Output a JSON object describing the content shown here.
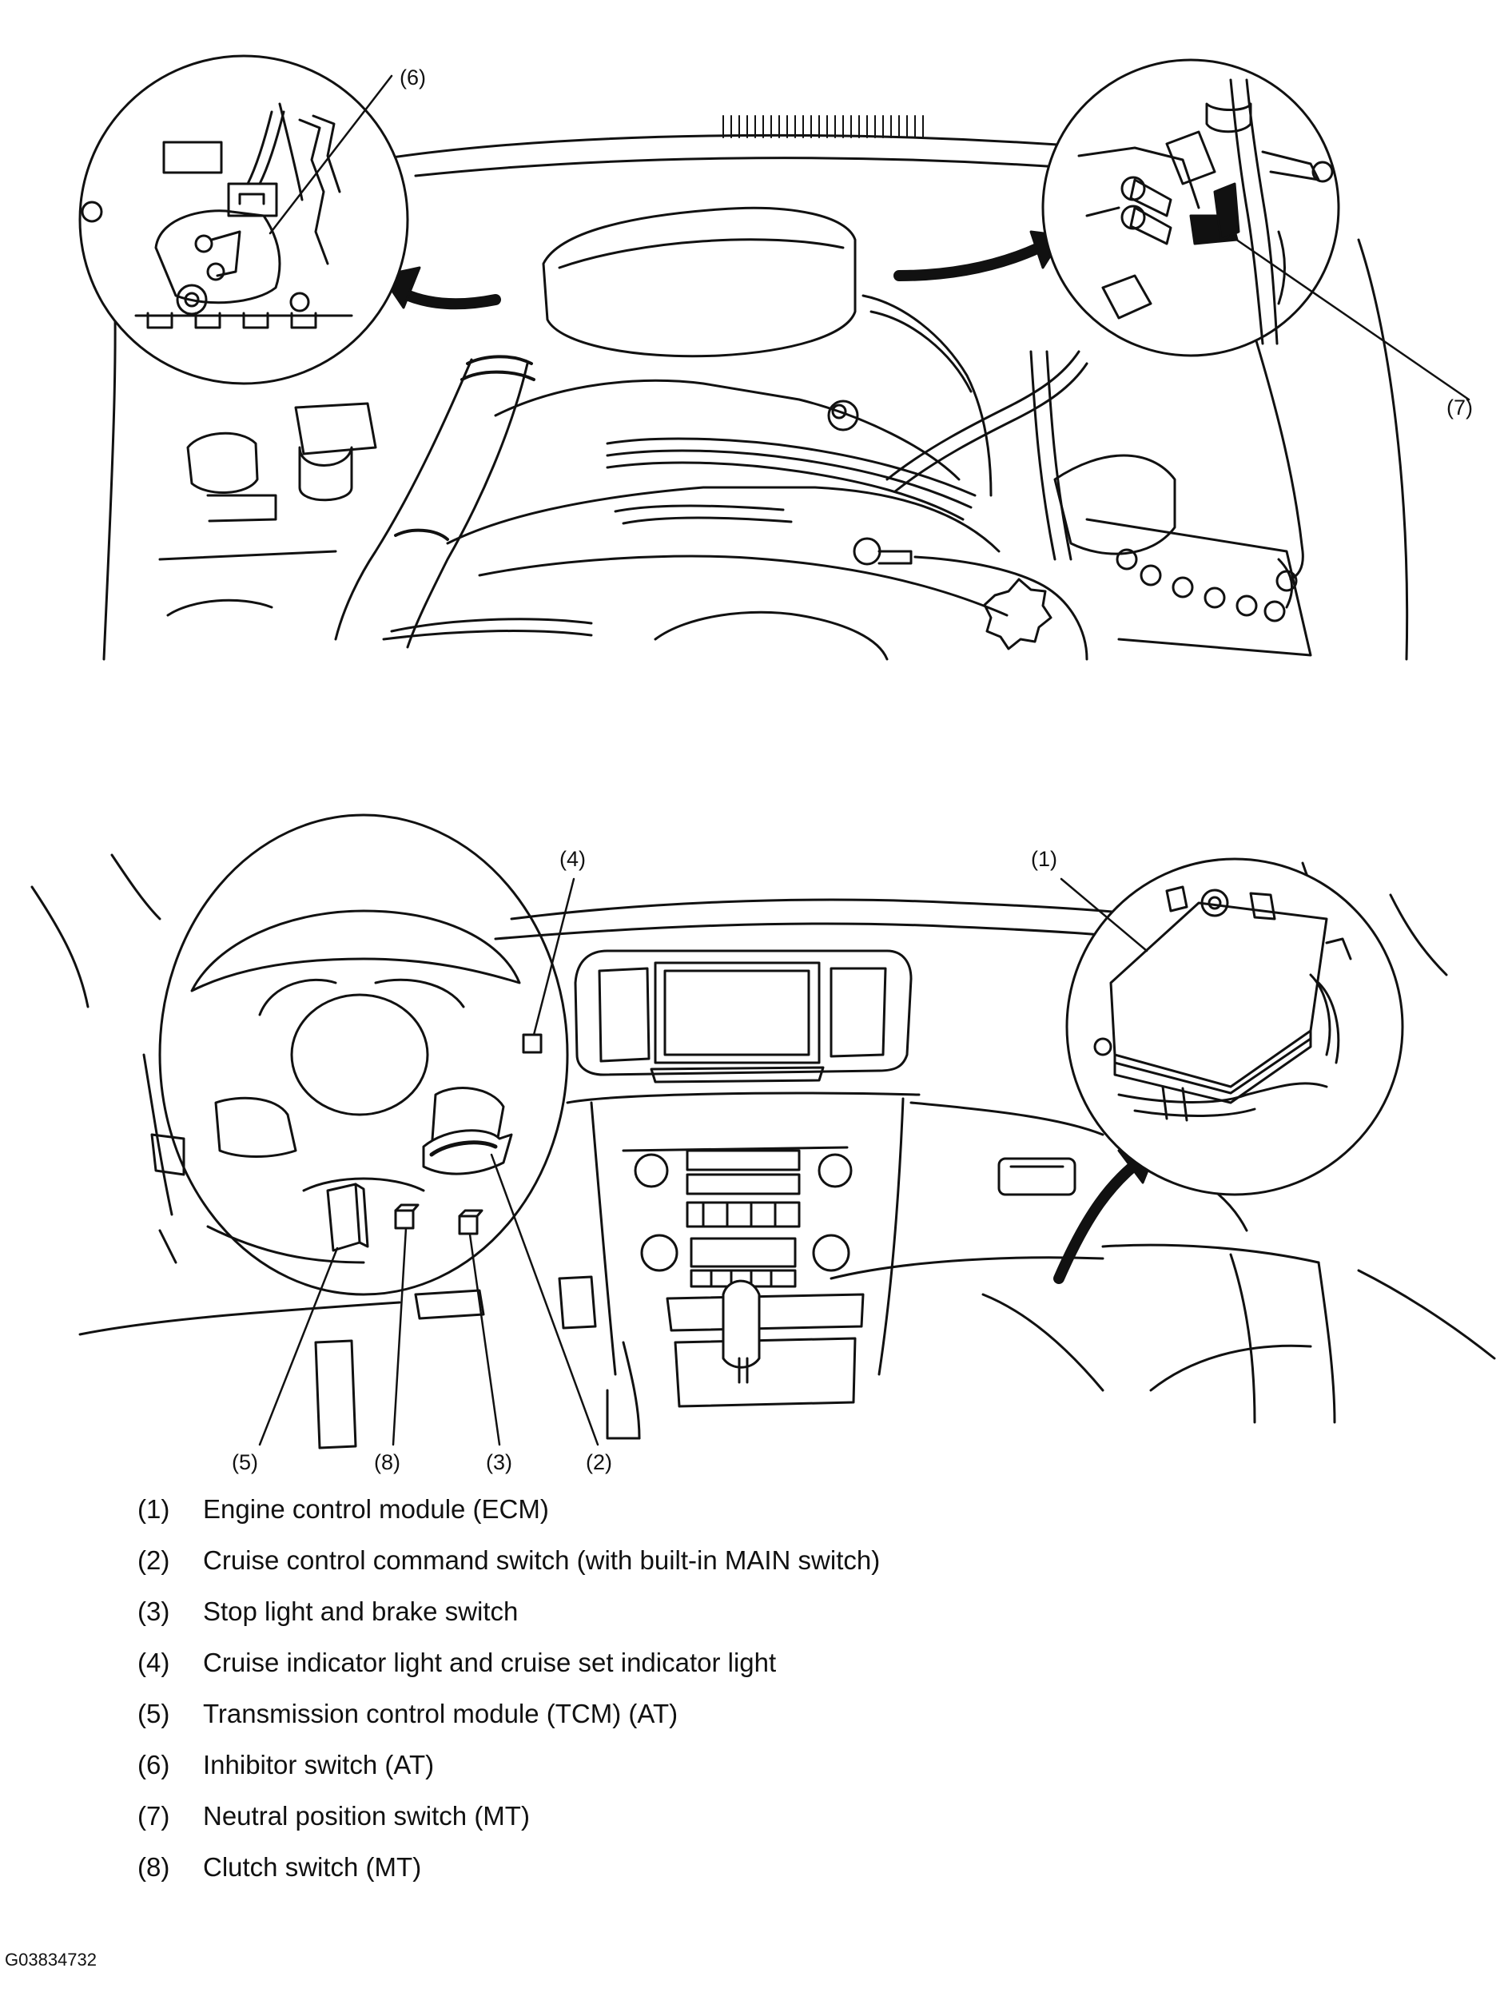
{
  "callouts": {
    "c1": "(1)",
    "c2": "(2)",
    "c3": "(3)",
    "c4": "(4)",
    "c5": "(5)",
    "c6": "(6)",
    "c7": "(7)",
    "c8": "(8)"
  },
  "legend": [
    {
      "num": "(1)",
      "text": "Engine control module (ECM)"
    },
    {
      "num": "(2)",
      "text": "Cruise control command switch (with built-in MAIN switch)"
    },
    {
      "num": "(3)",
      "text": "Stop light and brake switch"
    },
    {
      "num": "(4)",
      "text": "Cruise indicator light and cruise set indicator light"
    },
    {
      "num": "(5)",
      "text": "Transmission control module (TCM) (AT)"
    },
    {
      "num": "(6)",
      "text": "Inhibitor switch (AT)"
    },
    {
      "num": "(7)",
      "text": "Neutral position switch (MT)"
    },
    {
      "num": "(8)",
      "text": "Clutch switch (MT)"
    }
  ],
  "figure_id": "G03834732"
}
